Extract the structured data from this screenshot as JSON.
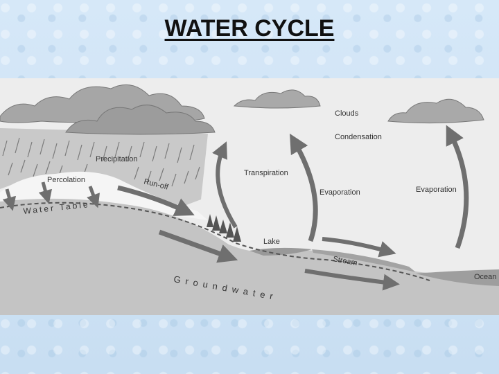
{
  "slide": {
    "title": "WATER CYCLE"
  },
  "diagram": {
    "labels": {
      "clouds": "Clouds",
      "condensation": "Condensation",
      "precipitation": "Precipitation",
      "transpiration": "Transpiration",
      "percolation": "Percolation",
      "run_off": "Run-off",
      "evaporation_lake": "Evaporation",
      "evaporation_ocean": "Evaporation",
      "water_table": "Water Table",
      "lake": "Lake",
      "stream": "Stream",
      "groundwater": "Groundwater",
      "ocean": "Ocean"
    },
    "colors": {
      "cloud": "#a9a9a9",
      "rain_area": "#c7c7c7",
      "ground": "#c4c4c4",
      "arrow": "#6f6f6f"
    }
  }
}
